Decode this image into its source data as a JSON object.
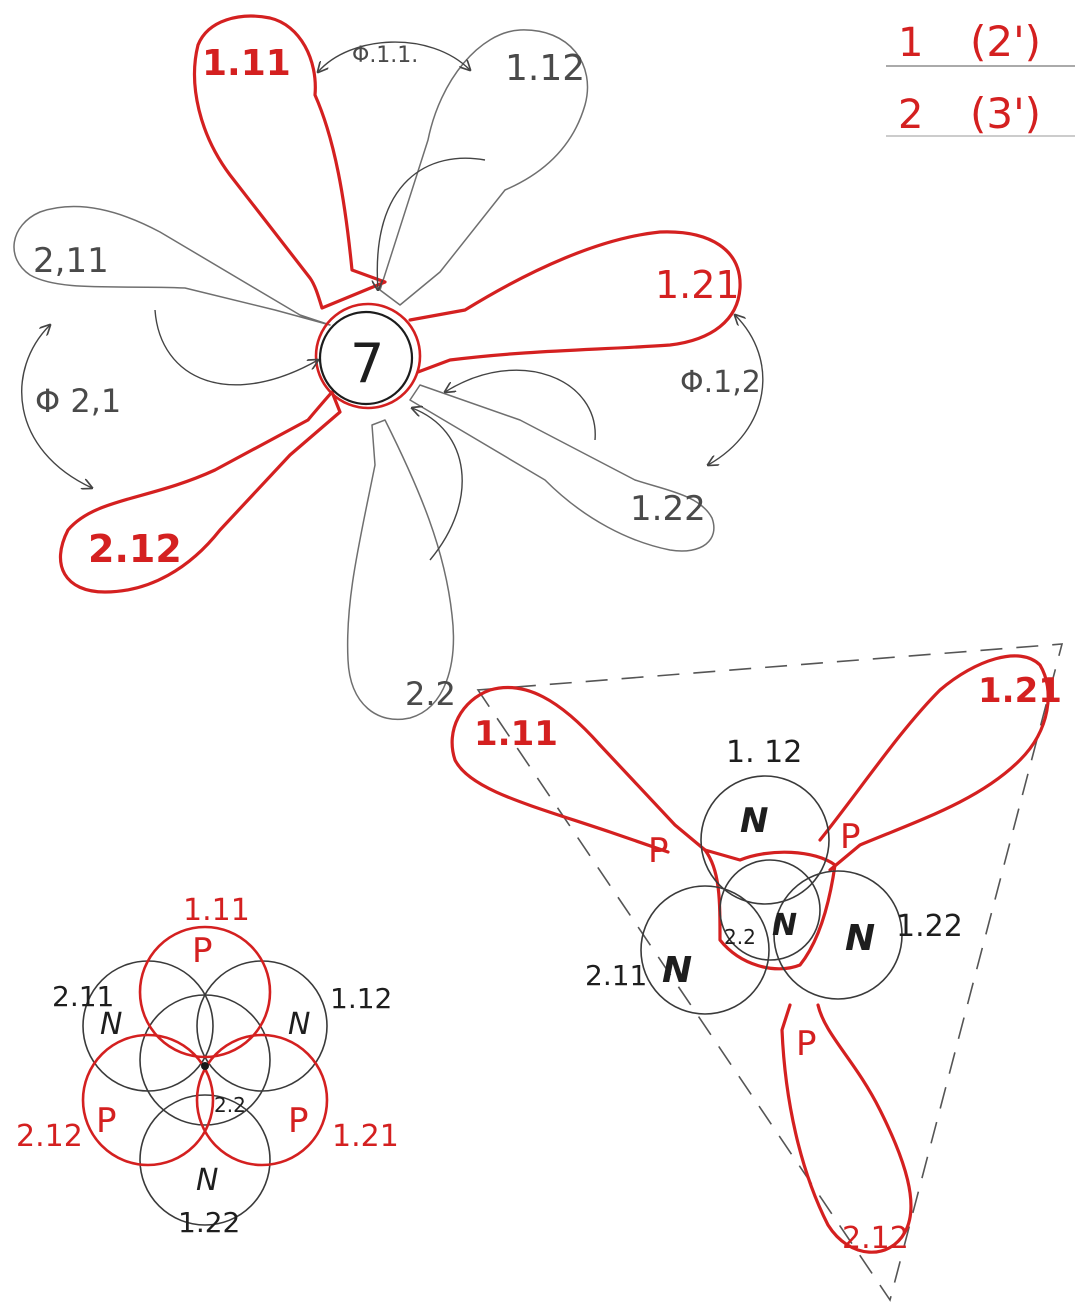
{
  "legend": {
    "row1": {
      "num": "1",
      "paren": "(2')"
    },
    "row2": {
      "num": "2",
      "paren": "(3')"
    }
  },
  "flower": {
    "center": "7",
    "lobes": {
      "l111": "1.11",
      "l112": "1.12",
      "l121": "1.21",
      "l122": "1.22",
      "l211": "2,11",
      "l212": "2.12",
      "l22": "2.2"
    },
    "angles": {
      "phi11": "Φ.1.1.",
      "phi12": "Φ.1,2",
      "phi21": "Φ 2,1"
    }
  },
  "triangle": {
    "lobes": {
      "l111": "1.11",
      "l121": "1.21",
      "l212": "2.12"
    },
    "circle_labels": {
      "c112": "1. 12",
      "c122": "1.22",
      "c211": "2.11",
      "c22": "2.2"
    },
    "letters": {
      "n": "N",
      "p": "P"
    }
  },
  "rosette": {
    "labels": {
      "top": "1.11",
      "upper_left": "2.11",
      "upper_right": "1.12",
      "left": "2.12",
      "right": "1.21",
      "bottom": "1.22",
      "center": "2.2"
    },
    "letters": {
      "n": "N",
      "p": "P"
    }
  }
}
